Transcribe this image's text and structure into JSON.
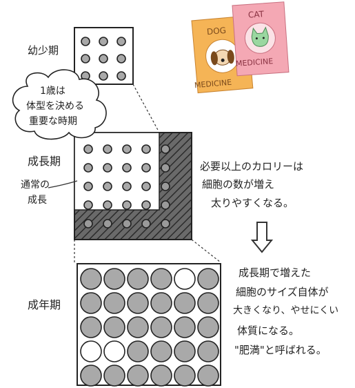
{
  "labels": {
    "infancy": "幼少期",
    "growth": "成長期",
    "adult": "成年期",
    "normal_growth": [
      "通常の",
      "成長"
    ]
  },
  "callout": {
    "lines": [
      "1歳は",
      "体型を決める",
      "重要な時期"
    ]
  },
  "notes": {
    "excess_calories": [
      "必要以上のカロリーは",
      "細胞の数が増え",
      "太りやすくなる。"
    ],
    "adult_cells": [
      "成長期で増えた",
      "細胞のサイズ自体が",
      "大きくなり、やせにくい",
      "体質になる。",
      "\"肥満\"と呼ばれる。"
    ]
  },
  "packages": {
    "dog": {
      "top": "DOG",
      "bottom": "MEDICINE",
      "color": "#f5b456"
    },
    "cat": {
      "top": "CAT",
      "bottom": "MEDICINE",
      "color": "#f4a8b4"
    }
  },
  "colors": {
    "cell_fill": "#a9a9a9",
    "hatch_bg": "#555555",
    "grid_bg": "#ffffff"
  }
}
